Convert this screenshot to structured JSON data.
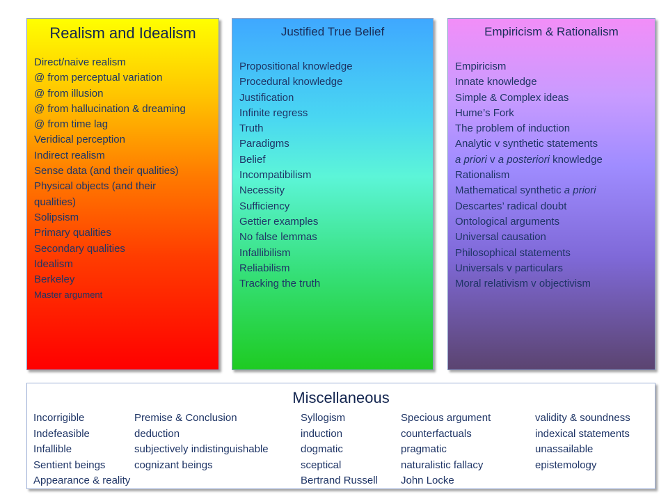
{
  "realism": {
    "title": "Realism and Idealism",
    "items": [
      "Direct/naive realism",
      "@ from perceptual variation",
      "@ from illusion",
      "@ from hallucination & dreaming",
      "@ from time lag",
      "Veridical perception",
      "Indirect realism",
      "Sense data (and their qualities)",
      "Physical objects (and their",
      "qualities)",
      "Solipsism",
      "Primary qualities",
      "Secondary qualities",
      "Idealism",
      "Berkeley",
      "Master argument"
    ]
  },
  "jtb": {
    "title": "Justified True Belief",
    "items": [
      "Propositional knowledge",
      "Procedural knowledge",
      "Justification",
      "Infinite regress",
      "Truth",
      "Paradigms",
      "Belief",
      "Incompatibilism",
      "Necessity",
      "Sufficiency",
      "Gettier examples",
      "No false lemmas",
      "Infallibilism",
      "Reliabilism",
      "Tracking the truth"
    ]
  },
  "empiricism": {
    "title": "Empiricism & Rationalism",
    "items": [
      "Empiricism",
      "Innate knowledge",
      "Simple & Complex ideas",
      "Hume’s Fork",
      "The problem of induction",
      "Analytic v synthetic statements"
    ],
    "apriori_item": {
      "part1": "a priori",
      "part2": " v ",
      "part3": "a posteriori",
      "part4": " knowledge"
    },
    "rationalism": "Rationalism",
    "mathematical_item": {
      "part1": "Mathematical synthetic ",
      "part2": "a priori"
    },
    "items_after": [
      "Descartes’ radical doubt",
      "Ontological arguments",
      "Universal causation",
      "Philosophical statements",
      "Universals v particulars",
      "Moral relativism v objectivism"
    ]
  },
  "misc": {
    "title": "Miscellaneous",
    "col1": [
      "Incorrigible",
      "Indefeasible",
      "Infallible",
      "Sentient beings",
      "Appearance & reality"
    ],
    "col2": [
      "Premise & Conclusion",
      "deduction",
      "subjectively indistinguishable",
      "cognizant beings"
    ],
    "col3": [
      "Syllogism",
      "induction",
      "dogmatic",
      "sceptical",
      "Bertrand Russell"
    ],
    "col4": [
      "Specious argument",
      "counterfactuals",
      "pragmatic",
      "naturalistic fallacy",
      "John Locke"
    ],
    "col5": [
      "validity & soundness",
      "indexical statements",
      "unassailable",
      "epistemology"
    ]
  }
}
